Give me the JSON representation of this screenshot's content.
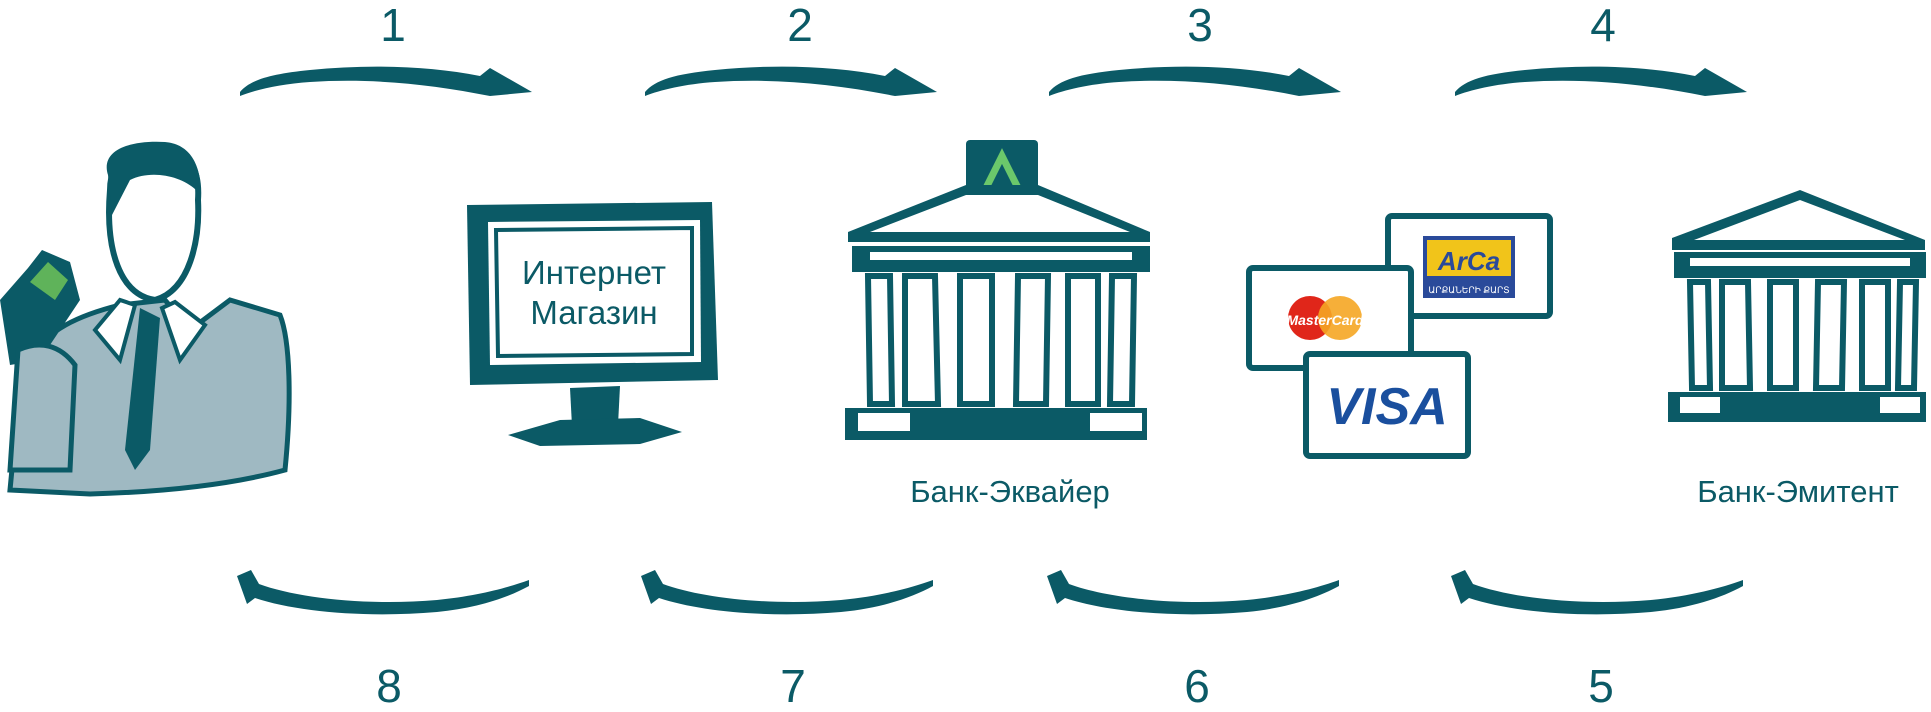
{
  "diagram": {
    "accent_color": "#0b5a66",
    "steps_top": [
      "1",
      "2",
      "3",
      "4"
    ],
    "steps_bottom": [
      "8",
      "7",
      "6",
      "5"
    ],
    "shop": {
      "line1": "Интернет",
      "line2": "Магазин"
    },
    "acquirer": {
      "label": "Банк-Эквайер",
      "logo_glyph": "^"
    },
    "issuer": {
      "label": "Банк-Эмитент"
    },
    "cards": {
      "arca": {
        "brand": "ArCa",
        "subtitle": "ԱՐՔԱՆԵՐԻ ՔԱՐՏ"
      },
      "mastercard": {
        "brand": "MasterCard"
      },
      "visa": {
        "brand": "VISA"
      }
    },
    "icons": [
      "customer-icon",
      "monitor-icon",
      "bank-icon",
      "payment-cards-icon"
    ]
  }
}
